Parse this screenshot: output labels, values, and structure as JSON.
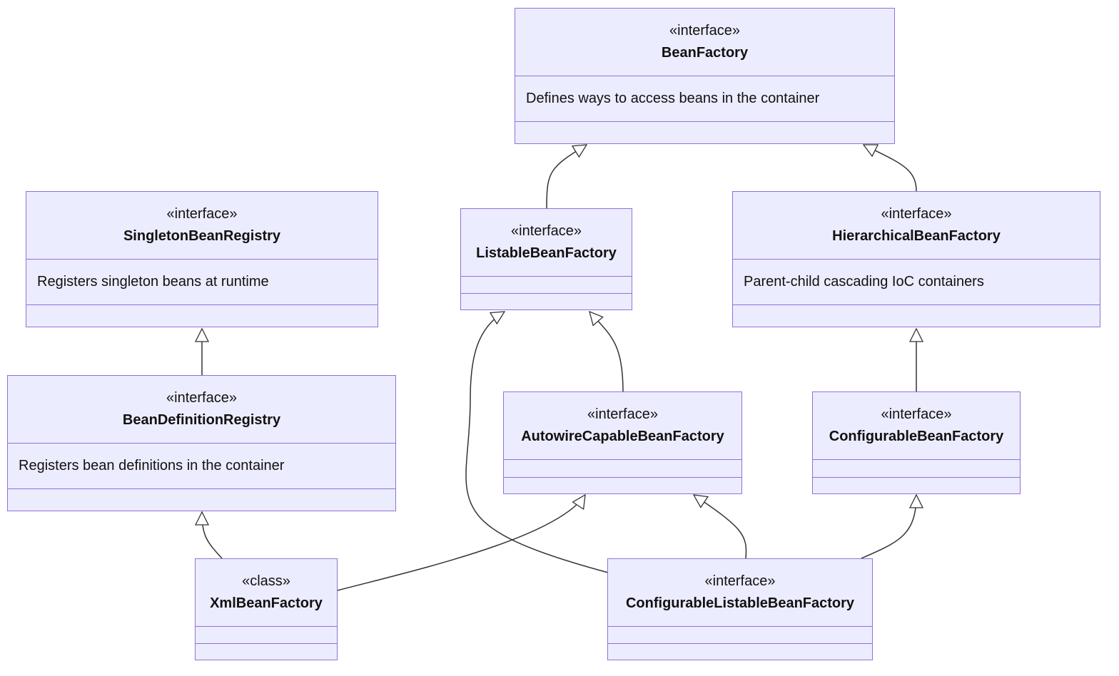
{
  "nodes": {
    "beanfactory": {
      "stereotype": "«interface»",
      "name": "BeanFactory",
      "note": "Defines ways to access beans in the container"
    },
    "singletonbeanregistry": {
      "stereotype": "«interface»",
      "name": "SingletonBeanRegistry",
      "note": "Registers singleton beans at runtime"
    },
    "listablebeanfactory": {
      "stereotype": "«interface»",
      "name": "ListableBeanFactory",
      "note": ""
    },
    "hierarchicalbeanfactory": {
      "stereotype": "«interface»",
      "name": "HierarchicalBeanFactory",
      "note": "Parent-child cascading IoC containers"
    },
    "beandefinitionregistry": {
      "stereotype": "«interface»",
      "name": "BeanDefinitionRegistry",
      "note": "Registers bean definitions in the container"
    },
    "autowirecapablebeanfactory": {
      "stereotype": "«interface»",
      "name": "AutowireCapableBeanFactory",
      "note": ""
    },
    "configurablebeanfactory": {
      "stereotype": "«interface»",
      "name": "ConfigurableBeanFactory",
      "note": ""
    },
    "xmlbeanfactory": {
      "stereotype": "«class»",
      "name": "XmlBeanFactory",
      "note": ""
    },
    "configurablelistablebeanfactory": {
      "stereotype": "«interface»",
      "name": "ConfigurableListableBeanFactory",
      "note": ""
    }
  },
  "edges": [
    {
      "from": "listablebeanfactory",
      "to": "beanfactory",
      "relation": "inheritance"
    },
    {
      "from": "hierarchicalbeanfactory",
      "to": "beanfactory",
      "relation": "inheritance"
    },
    {
      "from": "beandefinitionregistry",
      "to": "singletonbeanregistry",
      "relation": "inheritance"
    },
    {
      "from": "autowirecapablebeanfactory",
      "to": "listablebeanfactory",
      "relation": "inheritance"
    },
    {
      "from": "configurablelistablebeanfactory",
      "to": "listablebeanfactory",
      "relation": "inheritance"
    },
    {
      "from": "configurablebeanfactory",
      "to": "hierarchicalbeanfactory",
      "relation": "inheritance"
    },
    {
      "from": "xmlbeanfactory",
      "to": "beandefinitionregistry",
      "relation": "inheritance"
    },
    {
      "from": "xmlbeanfactory",
      "to": "autowirecapablebeanfactory",
      "relation": "inheritance"
    },
    {
      "from": "configurablelistablebeanfactory",
      "to": "autowirecapablebeanfactory",
      "relation": "inheritance"
    },
    {
      "from": "configurablelistablebeanfactory",
      "to": "configurablebeanfactory",
      "relation": "inheritance"
    }
  ],
  "colors": {
    "node_fill": "#ECECFF",
    "node_border": "#9370DB",
    "text": "#111111",
    "edge": "#333333"
  }
}
